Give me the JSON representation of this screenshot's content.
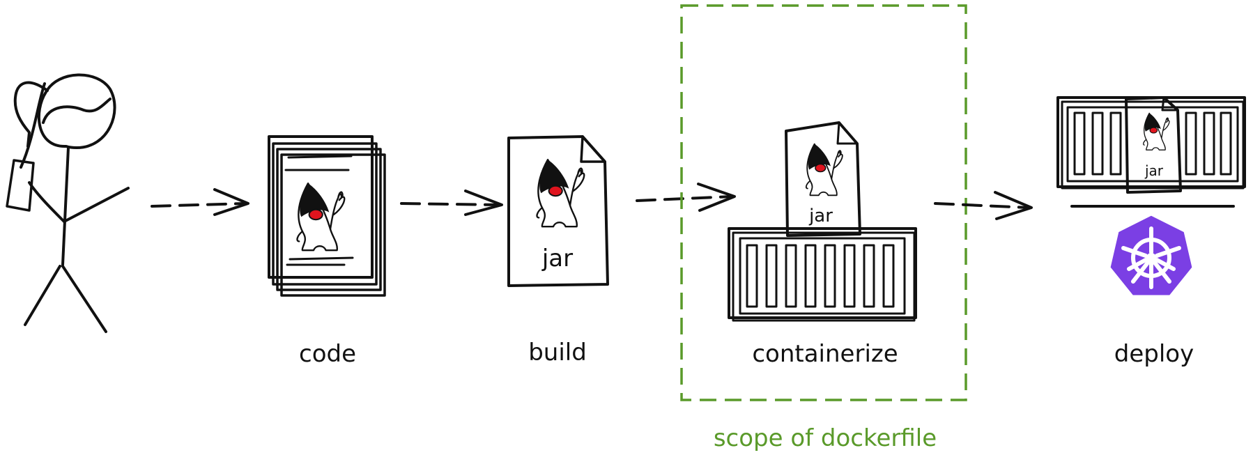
{
  "steps": {
    "code": "code",
    "build": "build",
    "containerize": "containerize",
    "deploy": "deploy"
  },
  "jar_label": "jar",
  "scope_label": "scope of dockerfile",
  "colors": {
    "ink": "#111111",
    "scope": "#5a9a2a",
    "duke_nose": "#e0141e",
    "kubernetes": "#7b3fe4"
  },
  "icons": [
    "developer-figure-icon",
    "code-pages-icon",
    "duke-mascot-icon",
    "jar-file-icon",
    "container-icon",
    "kubernetes-icon",
    "dashed-arrow-icon"
  ]
}
